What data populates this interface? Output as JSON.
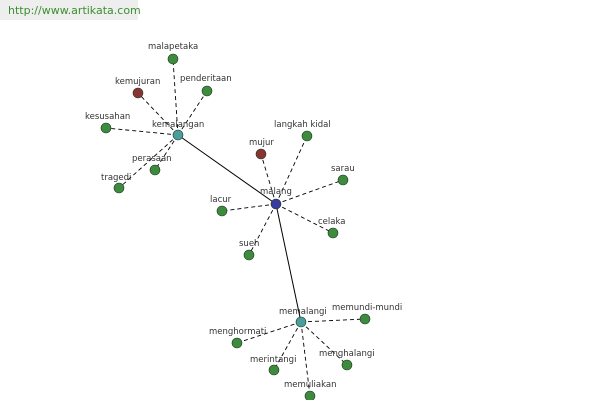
{
  "watermark": {
    "url": "http://www.artikata.com"
  },
  "colors": {
    "center": "#3a3aa3",
    "hub": "#4a9e9e",
    "leaf": "#3e8a3e",
    "special": "#8b3333",
    "edge": "#000000",
    "url": "#3a8f2e"
  },
  "graph": {
    "center": {
      "id": "malang",
      "label": "malang",
      "kind": "center"
    },
    "hubs": [
      {
        "id": "kemalangan",
        "label": "kemalangan",
        "kind": "hub"
      },
      {
        "id": "memalangi",
        "label": "memalangi",
        "kind": "hub"
      }
    ],
    "leaves": [
      {
        "id": "malapetaka",
        "label": "malapetaka",
        "parent": "kemalangan",
        "kind": "leaf"
      },
      {
        "id": "kemujuran",
        "label": "kemujuran",
        "parent": "kemalangan",
        "kind": "special"
      },
      {
        "id": "penderitaan",
        "label": "penderitaan",
        "parent": "kemalangan",
        "kind": "leaf"
      },
      {
        "id": "kesusahan",
        "label": "kesusahan",
        "parent": "kemalangan",
        "kind": "leaf"
      },
      {
        "id": "perasaan",
        "label": "perasaan",
        "parent": "kemalangan",
        "kind": "leaf"
      },
      {
        "id": "tragedi",
        "label": "tragedi",
        "parent": "kemalangan",
        "kind": "leaf"
      },
      {
        "id": "langkah-kidal",
        "label": "langkah kidal",
        "parent": "malang",
        "kind": "leaf"
      },
      {
        "id": "mujur",
        "label": "mujur",
        "parent": "malang",
        "kind": "special"
      },
      {
        "id": "sarau",
        "label": "sarau",
        "parent": "malang",
        "kind": "leaf"
      },
      {
        "id": "lacur",
        "label": "lacur",
        "parent": "malang",
        "kind": "leaf"
      },
      {
        "id": "celaka",
        "label": "celaka",
        "parent": "malang",
        "kind": "leaf"
      },
      {
        "id": "sueh",
        "label": "sueh",
        "parent": "malang",
        "kind": "leaf"
      },
      {
        "id": "memundi-mundi",
        "label": "memundi-mundi",
        "parent": "memalangi",
        "kind": "leaf"
      },
      {
        "id": "menghormati",
        "label": "menghormati",
        "parent": "memalangi",
        "kind": "leaf"
      },
      {
        "id": "menghalangi",
        "label": "menghalangi",
        "parent": "memalangi",
        "kind": "leaf"
      },
      {
        "id": "merintangi",
        "label": "merintangi",
        "parent": "memalangi",
        "kind": "leaf"
      },
      {
        "id": "memuliakan",
        "label": "memuliakan",
        "parent": "memalangi",
        "kind": "leaf"
      }
    ]
  }
}
